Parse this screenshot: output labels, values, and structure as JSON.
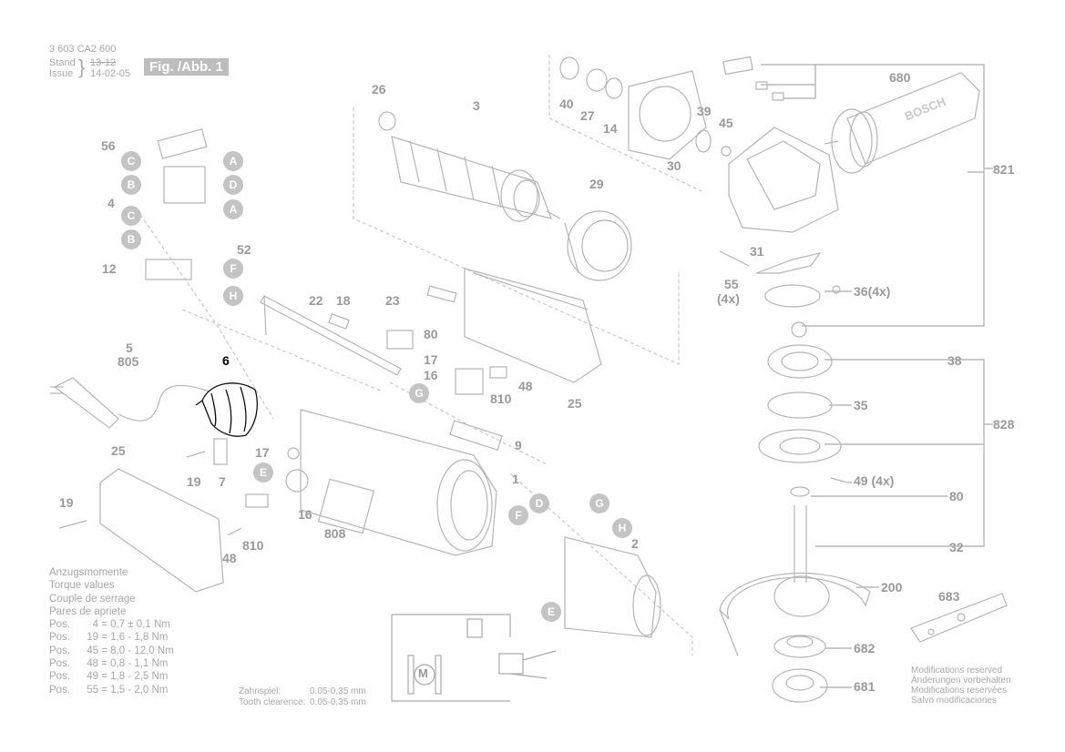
{
  "header": {
    "doc_number": "3 603 CA2 600",
    "stand_label": "Stand",
    "issue_label": "Issue",
    "stand_value_struck": "13-12",
    "issue_date": "14-02-05",
    "figure_tag": "Fig. /Abb. 1"
  },
  "part_labels": {
    "p56": "56",
    "p4": "4",
    "p12": "12",
    "p52": "52",
    "p26": "26",
    "p3": "3",
    "p40": "40",
    "p27": "27",
    "p14": "14",
    "p39": "39",
    "p45": "45",
    "p30": "30",
    "p680": "680",
    "p821": "821",
    "p29": "29",
    "p22": "22",
    "p18": "18",
    "p23": "23",
    "p80a": "80",
    "p31": "31",
    "p55": "55",
    "p55q": "(4x)",
    "p36": "36(4x)",
    "p5": "5",
    "p805": "805",
    "p6": "6",
    "p17a": "17",
    "p16a": "16",
    "p810a": "810",
    "p48a": "48",
    "p25a": "25",
    "p38": "38",
    "p35": "35",
    "p828": "828",
    "p9": "9",
    "p1": "1",
    "p25b": "25",
    "p19a": "19",
    "p7": "7",
    "p17b": "17",
    "p19b": "19",
    "p16b": "16",
    "p808": "808",
    "p810b": "810",
    "p48b": "48",
    "p49": "49 (4x)",
    "p80b": "80",
    "p2": "2",
    "p32": "32",
    "p200": "200",
    "p683": "683",
    "p682": "682",
    "p681": "681"
  },
  "circle_markers": {
    "c1": "C",
    "a1": "A",
    "b1": "B",
    "d1": "D",
    "c2": "C",
    "a2": "A",
    "b2": "B",
    "f1": "F",
    "h1": "H",
    "g1": "G",
    "e1": "E",
    "d2": "D",
    "g2": "G",
    "f2": "F",
    "h2": "H",
    "e2": "E"
  },
  "torque": {
    "titles": [
      "Anzugsmomente",
      "Torque values",
      "Couple de serrage",
      "Pares de apriete"
    ],
    "rows": [
      {
        "pos": "Pos.",
        "item": "4",
        "value": "= 0,7 ±  0,1 Nm"
      },
      {
        "pos": "Pos.",
        "item": "19",
        "value": "= 1,6 -  1,8 Nm"
      },
      {
        "pos": "Pos.",
        "item": "45",
        "value": "= 8,0 - 12,0 Nm"
      },
      {
        "pos": "Pos.",
        "item": "48",
        "value": "= 0,8 -  1,1 Nm"
      },
      {
        "pos": "Pos.",
        "item": "49",
        "value": "= 1,8 -  2,5 Nm"
      },
      {
        "pos": "Pos.",
        "item": "55",
        "value": "= 1,5 -  2,0 Nm"
      }
    ]
  },
  "tooth": {
    "de_label": "Zahnspiel:",
    "de_value": "0,05-0,35 mm",
    "en_label": "Tooth clearence:",
    "en_value": "0,05-0,35 mm"
  },
  "motor_symbol": "M",
  "handle_brand": "BOSCH",
  "modifications": [
    "Modifications reserved",
    "Änderungen vorbehalten",
    "Modifications reservées",
    "Salvo modificaciones"
  ]
}
